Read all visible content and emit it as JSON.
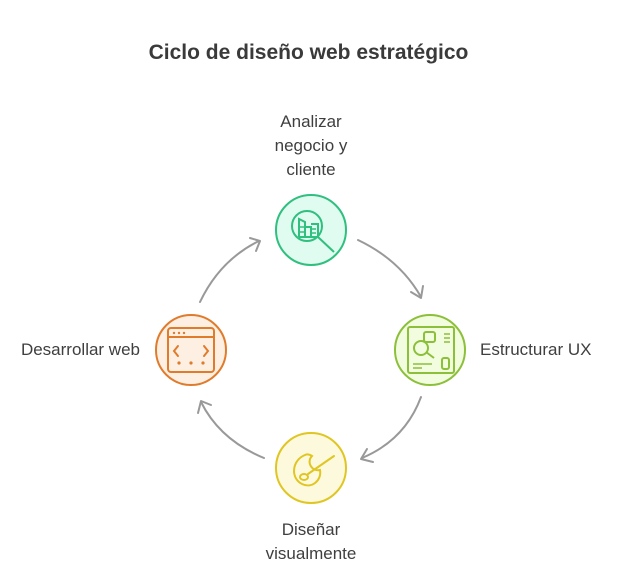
{
  "title": "Ciclo de diseño web estratégico",
  "steps": [
    {
      "label_lines": [
        "Analizar",
        "negocio y",
        "cliente"
      ],
      "icon": "building-search-icon",
      "color": "#2fbf7f",
      "fill": "#e0fbef"
    },
    {
      "label": "Estructurar UX",
      "icon": "wireframe-layout-icon",
      "color": "#8cbf3a",
      "fill": "#f2fde0"
    },
    {
      "label_lines": [
        "Diseñar",
        "visualmente"
      ],
      "icon": "paint-palette-icon",
      "color": "#e0c622",
      "fill": "#fdf9dd"
    },
    {
      "label": "Desarrollar web",
      "icon": "browser-code-icon",
      "color": "#e07b2c",
      "fill": "#fdefe2"
    }
  ],
  "arrow_color": "#999999"
}
